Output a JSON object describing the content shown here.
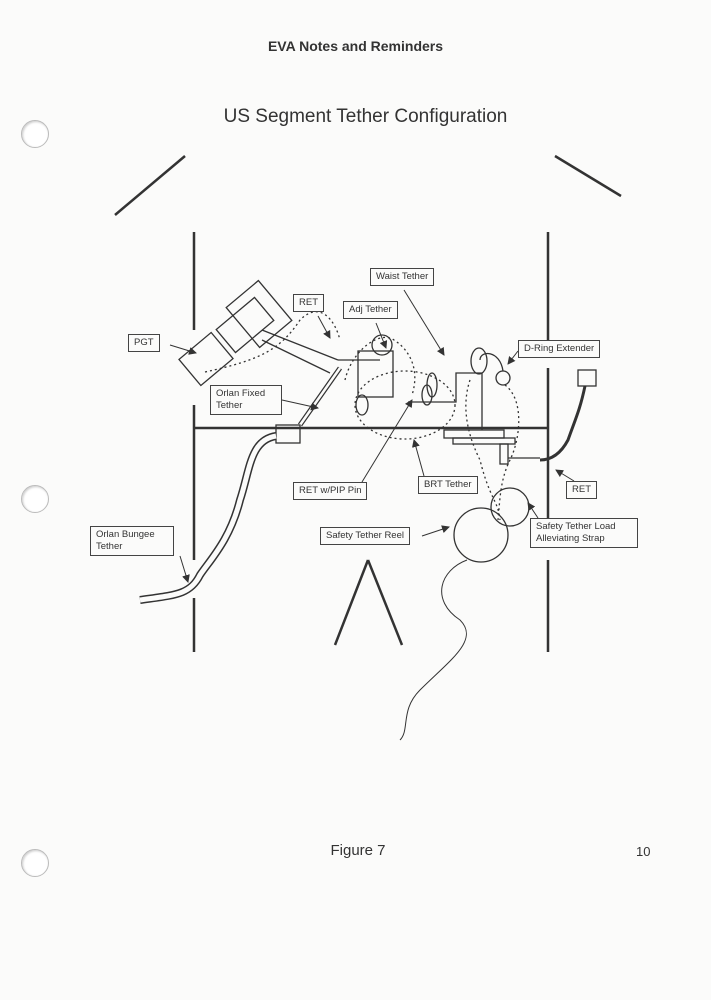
{
  "header": {
    "doc_title": "EVA Notes and Reminders",
    "figure_title": "US Segment Tether Configuration"
  },
  "labels": {
    "ret_top": "RET",
    "waist_tether": "Waist Tether",
    "adj_tether": "Adj Tether",
    "pgt": "PGT",
    "d_ring_extender": "D-Ring Extender",
    "orlan_fixed_tether": "Orlan Fixed Tether",
    "ret_pip_pin": "RET w/PIP Pin",
    "brt_tether": "BRT Tether",
    "ret_right": "RET",
    "orlan_bungee_tether": "Orlan Bungee Tether",
    "safety_tether_reel": "Safety Tether Reel",
    "safety_tether_strap": "Safety Tether Load Alleviating Strap"
  },
  "footer": {
    "caption": "Figure 7",
    "page_number": "10"
  }
}
